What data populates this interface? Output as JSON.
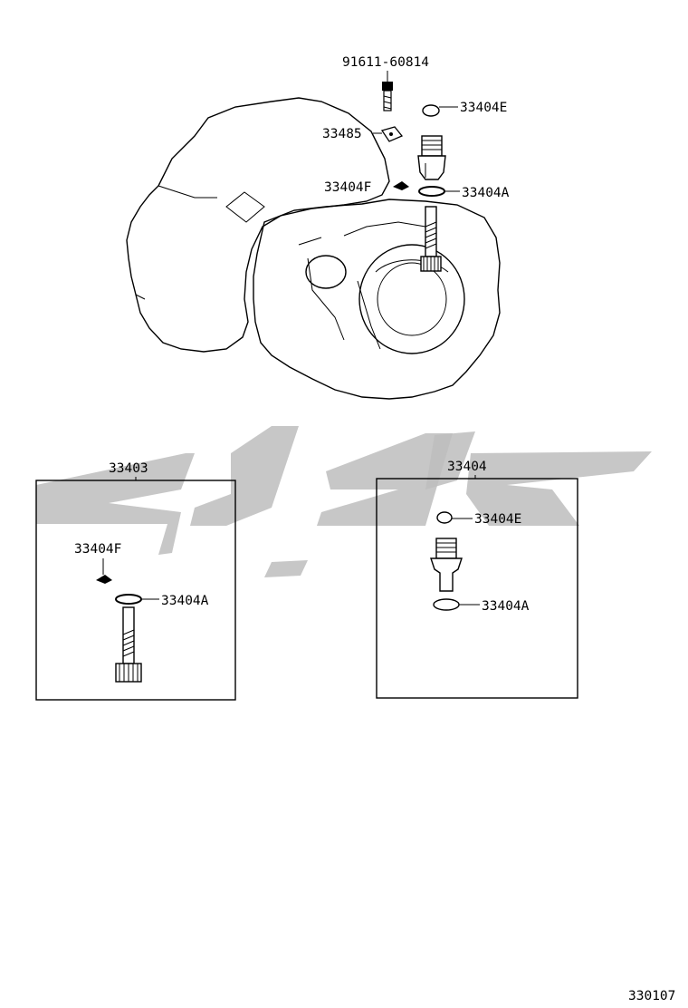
{
  "labels": {
    "bolt": "91611-60814",
    "plate": "33485",
    "cap_top": "33404E",
    "clip_top": "33404F",
    "oring_top": "33404A",
    "box_left_title": "33403",
    "box_left_clip": "33404F",
    "box_left_oring": "33404A",
    "box_right_title": "33404",
    "box_right_cap": "33404E",
    "box_right_oring": "33404A",
    "figure_code": "330107"
  },
  "colors": {
    "line": "#000000",
    "watermark": "#bdbdbd"
  },
  "icons": {
    "watermark": "arabic-logo-watermark"
  }
}
